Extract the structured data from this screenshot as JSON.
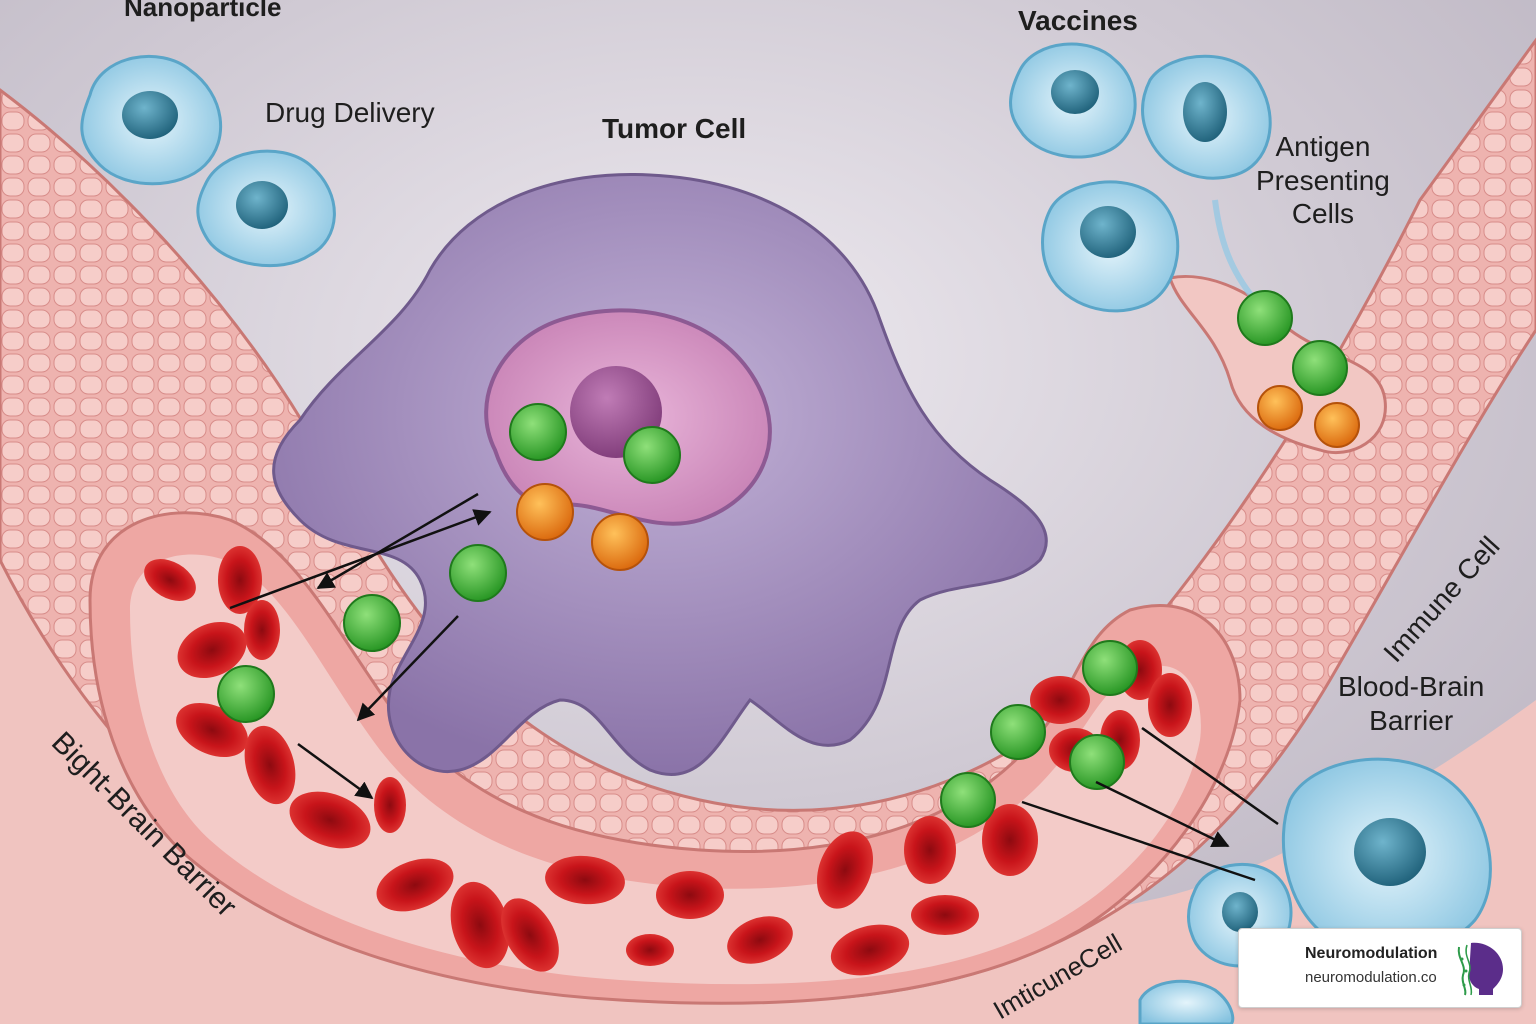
{
  "labels": {
    "nanoparticle": "Nanoparticle",
    "drug_delivery": "Drug Delivery",
    "tumor_cell": "Tumor Cell",
    "vaccines": "Vaccines",
    "antigen_presenting_cells": [
      "Antigen",
      "Presenting",
      "Cells"
    ],
    "immune_cell_right": "Immune Cell",
    "blood_brain_barrier": [
      "Blood-Brain",
      "Barrier"
    ],
    "bight_brain_barrier": "Bight-Brain Barrier",
    "imticune_cell": "ImticuneCell"
  },
  "badge": {
    "name": "Neuromodulation",
    "url": "neuromodulation.co"
  },
  "colors": {
    "vessel_wall": "#e9a9a6",
    "vessel_lumen": "#f1c3c0",
    "red_blood_cell": "#c8141a",
    "tumor_cell": "#9c86b8",
    "nucleus": "#d79bc6",
    "nanoparticle_green": "#37b43a",
    "nanoparticle_orange": "#f08a14",
    "immune_cell": "#9fd3ec"
  }
}
